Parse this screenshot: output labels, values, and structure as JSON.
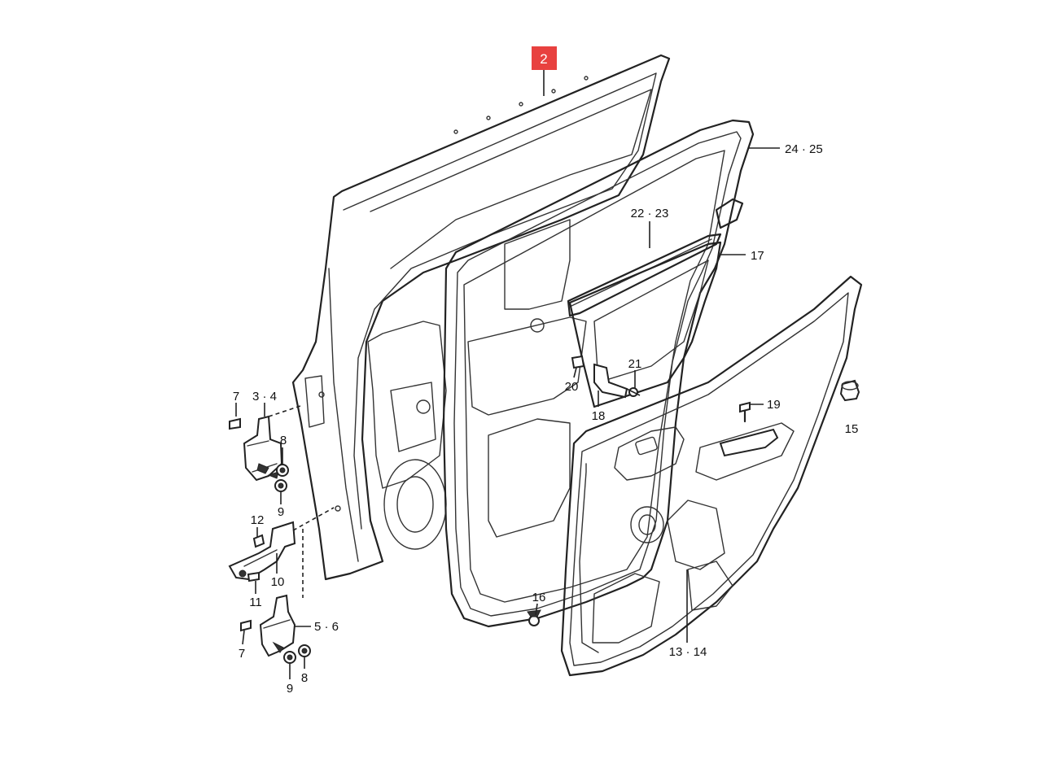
{
  "callouts": {
    "c2": "2",
    "c24_25": "24 · 25",
    "c22_23": "22 · 23",
    "c17": "17",
    "c21": "21",
    "c20": "20",
    "c18": "18",
    "c19": "19",
    "c15": "15",
    "c7a": "7",
    "c3_4": "3 · 4",
    "c8a": "8",
    "c9a": "9",
    "c12": "12",
    "c10": "10",
    "c11": "11",
    "c5_6": "5 · 6",
    "c7b": "7",
    "c9b": "9",
    "c8b": "8",
    "c16": "16",
    "c13_14": "13 · 14"
  },
  "colors": {
    "highlight": "#e8413f",
    "line": "#222222",
    "background": "#ffffff"
  }
}
